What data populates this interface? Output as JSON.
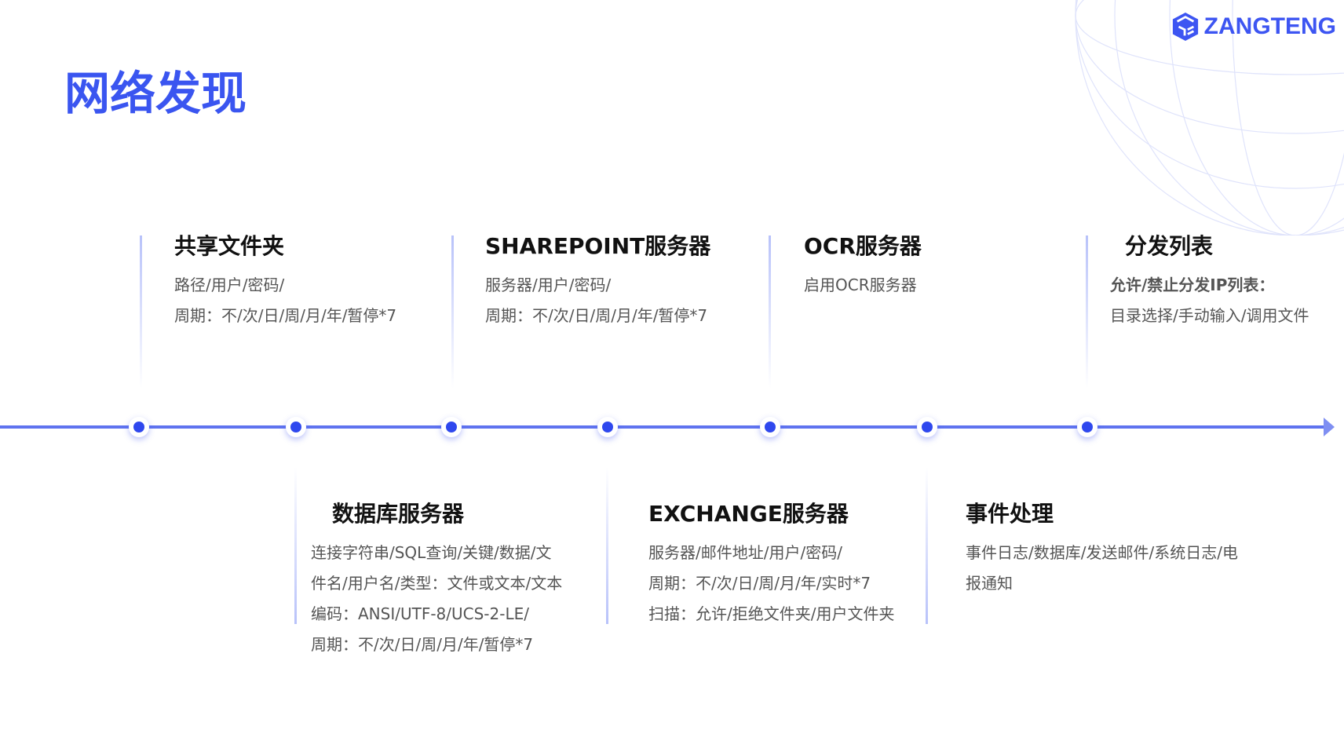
{
  "header": {
    "title": "网络发现",
    "logo_text": "ZANGTENG",
    "brand_color": "#3a55f0"
  },
  "timeline": {
    "top": [
      {
        "title": "共享文件夹",
        "lines": [
          "路径/用户/密码/",
          "周期：不/次/日/周/月/年/暂停*7"
        ]
      },
      {
        "title": "SHAREPOINT服务器",
        "lines": [
          "服务器/用户/密码/",
          "周期：不/次/日/周/月/年/暂停*7"
        ]
      },
      {
        "title": "OCR服务器",
        "lines": [
          "启用OCR服务器"
        ]
      },
      {
        "title": "分发列表",
        "lines": [
          "允许/禁止分发IP列表：",
          "目录选择/手动输入/调用文件"
        ]
      }
    ],
    "bottom": [
      {
        "title": "数据库服务器",
        "lines": [
          "连接字符串/SQL查询/关键/数据/文",
          "件名/用户名/类型：文件或文本/文本",
          "编码：ANSI/UTF-8/UCS-2-LE/",
          "周期：不/次/日/周/月/年/暂停*7"
        ]
      },
      {
        "title": "EXCHANGE服务器",
        "lines": [
          "服务器/邮件地址/用户/密码/",
          "周期：不/次/日/周/月/年/实时*7",
          "扫描：允许/拒绝文件夹/用户文件夹"
        ]
      },
      {
        "title": "事件处理",
        "lines": [
          "事件日志/数据库/发送邮件/系统日志/电",
          "报通知"
        ]
      }
    ]
  }
}
